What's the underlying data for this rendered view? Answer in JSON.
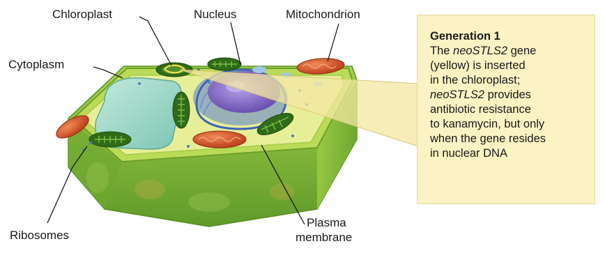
{
  "labels": {
    "chloroplast": "Chloroplast",
    "nucleus": "Nucleus",
    "mitochondrion": "Mitochondrion",
    "cytoplasm": "Cytoplasm",
    "ribosomes": "Ribosomes",
    "plasma_membrane_1": "Plasma",
    "plasma_membrane_2": "membrane"
  },
  "callout": {
    "title": "Generation 1",
    "line1_pre": "The ",
    "line1_it": "neoSTLS2",
    "line1_post": " gene",
    "line2": "(yellow) is inserted",
    "line3": "in the chloroplast;",
    "line4_it": "neoSTLS2",
    "line4_post": " provides",
    "line5": "antibiotic resistance",
    "line6": "to kanamycin, but only",
    "line7": "when the gene resides",
    "line8": "in nuclear DNA"
  },
  "colors": {
    "cell_wall": "#8fc43c",
    "cytoplasm": "#d9e98a",
    "vacuole": "#9fd8c8",
    "nucleus": "#8a6fc4",
    "mitochondrion": "#d9562a",
    "chloroplast": "#3f7a1e",
    "callout_bg": "#fbf3c4"
  }
}
